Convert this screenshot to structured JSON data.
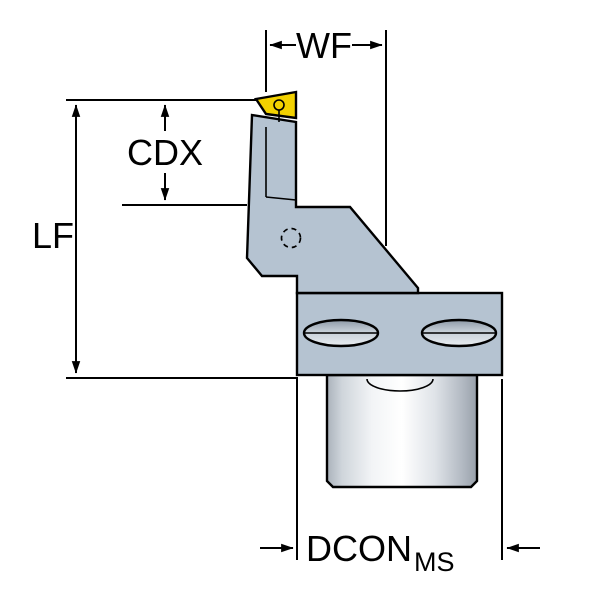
{
  "figure": {
    "type": "technical-drawing",
    "subject": "cutting tool holder with coupling, dimensioned"
  },
  "labels": {
    "wf": "WF",
    "cdx": "CDX",
    "lf": "LF",
    "dcon": "DCON",
    "dcon_sub": "MS"
  },
  "colors": {
    "body": "#b5c3d1",
    "insert": "#f2d100",
    "outline": "#000000",
    "background": "#ffffff"
  }
}
